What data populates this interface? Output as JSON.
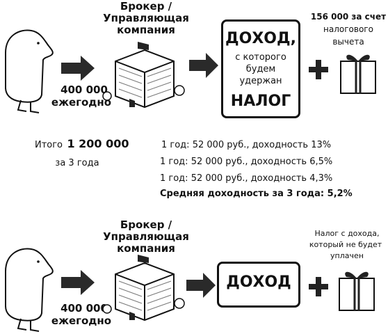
{
  "top": {
    "broker_line1": "Брокер /",
    "broker_line2": "Управляющая",
    "broker_line3": "компания",
    "amount": "400 000",
    "period": "ежегодно",
    "income_title": "ДОХОД,",
    "income_l1": "с которого",
    "income_l2": "будем",
    "income_l3": "удержан",
    "income_tax": "НАЛОГ",
    "gift_l1": "156 000 за счет",
    "gift_l2": "налогового",
    "gift_l3": "вычета"
  },
  "middle": {
    "total_label": "Итого",
    "total_value": "1 200 000",
    "total_period": "за 3 года",
    "lines": [
      "1 год: 52 000 руб., доходность 13%",
      "1 год: 52 000 руб., доходность 6,5%",
      "1 год: 52 000 руб., доходность 4,3%"
    ],
    "average": "Средняя доходность за 3 года: 5,2%"
  },
  "bottom": {
    "broker_line1": "Брокер /",
    "broker_line2": "Управляющая",
    "broker_line3": "компания",
    "amount": "400 000",
    "period": "ежегодно",
    "income_title": "ДОХОД",
    "note_l1": "Налог с дохода,",
    "note_l2": "который не будет",
    "note_l3": "уплачен"
  }
}
